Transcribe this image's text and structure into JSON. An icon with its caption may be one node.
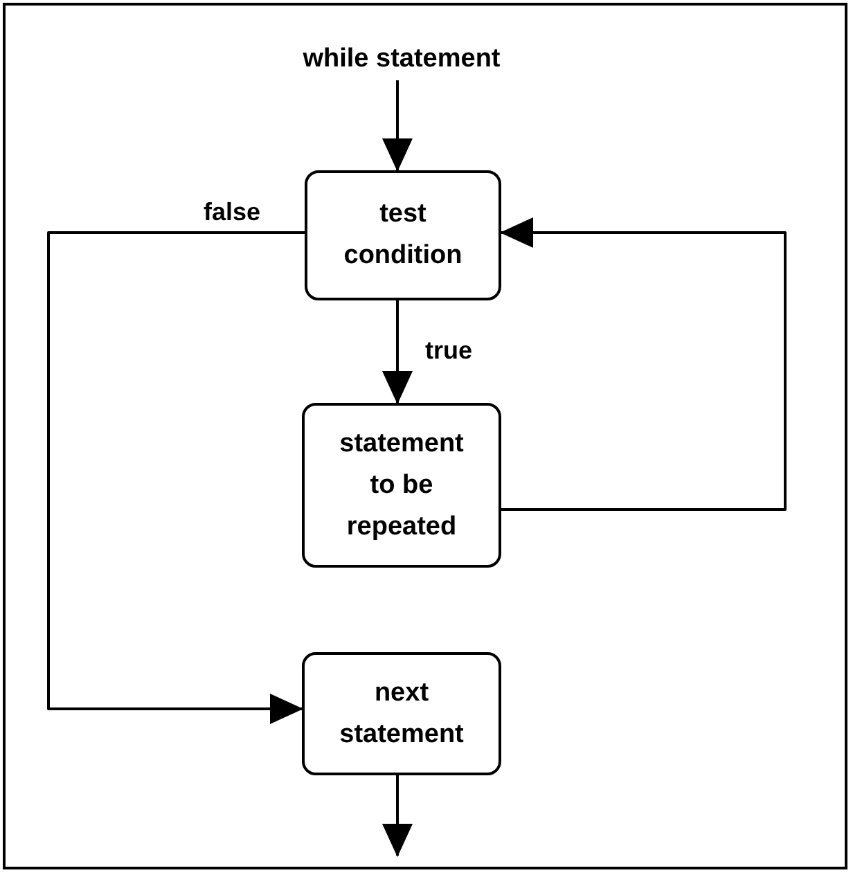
{
  "diagram": {
    "nodes": [
      {
        "text": [
          "while statement"
        ]
      },
      {
        "text": [
          "test condition"
        ]
      },
      {
        "text": [
          "statement to be repeated"
        ]
      },
      {
        "text": [
          "next statement"
        ]
      }
    ],
    "edges": [
      {
        "from": 0,
        "to": 1,
        "arrow": "to"
      },
      {
        "from": 1,
        "to": 2,
        "arrow": "to",
        "label": "true"
      },
      {
        "from": 2,
        "to": 1,
        "arrow": "to"
      },
      {
        "from": 1,
        "to": 3,
        "arrow": "to",
        "label": "false"
      },
      {
        "from": 3,
        "to": null,
        "arrow": "to"
      }
    ]
  }
}
